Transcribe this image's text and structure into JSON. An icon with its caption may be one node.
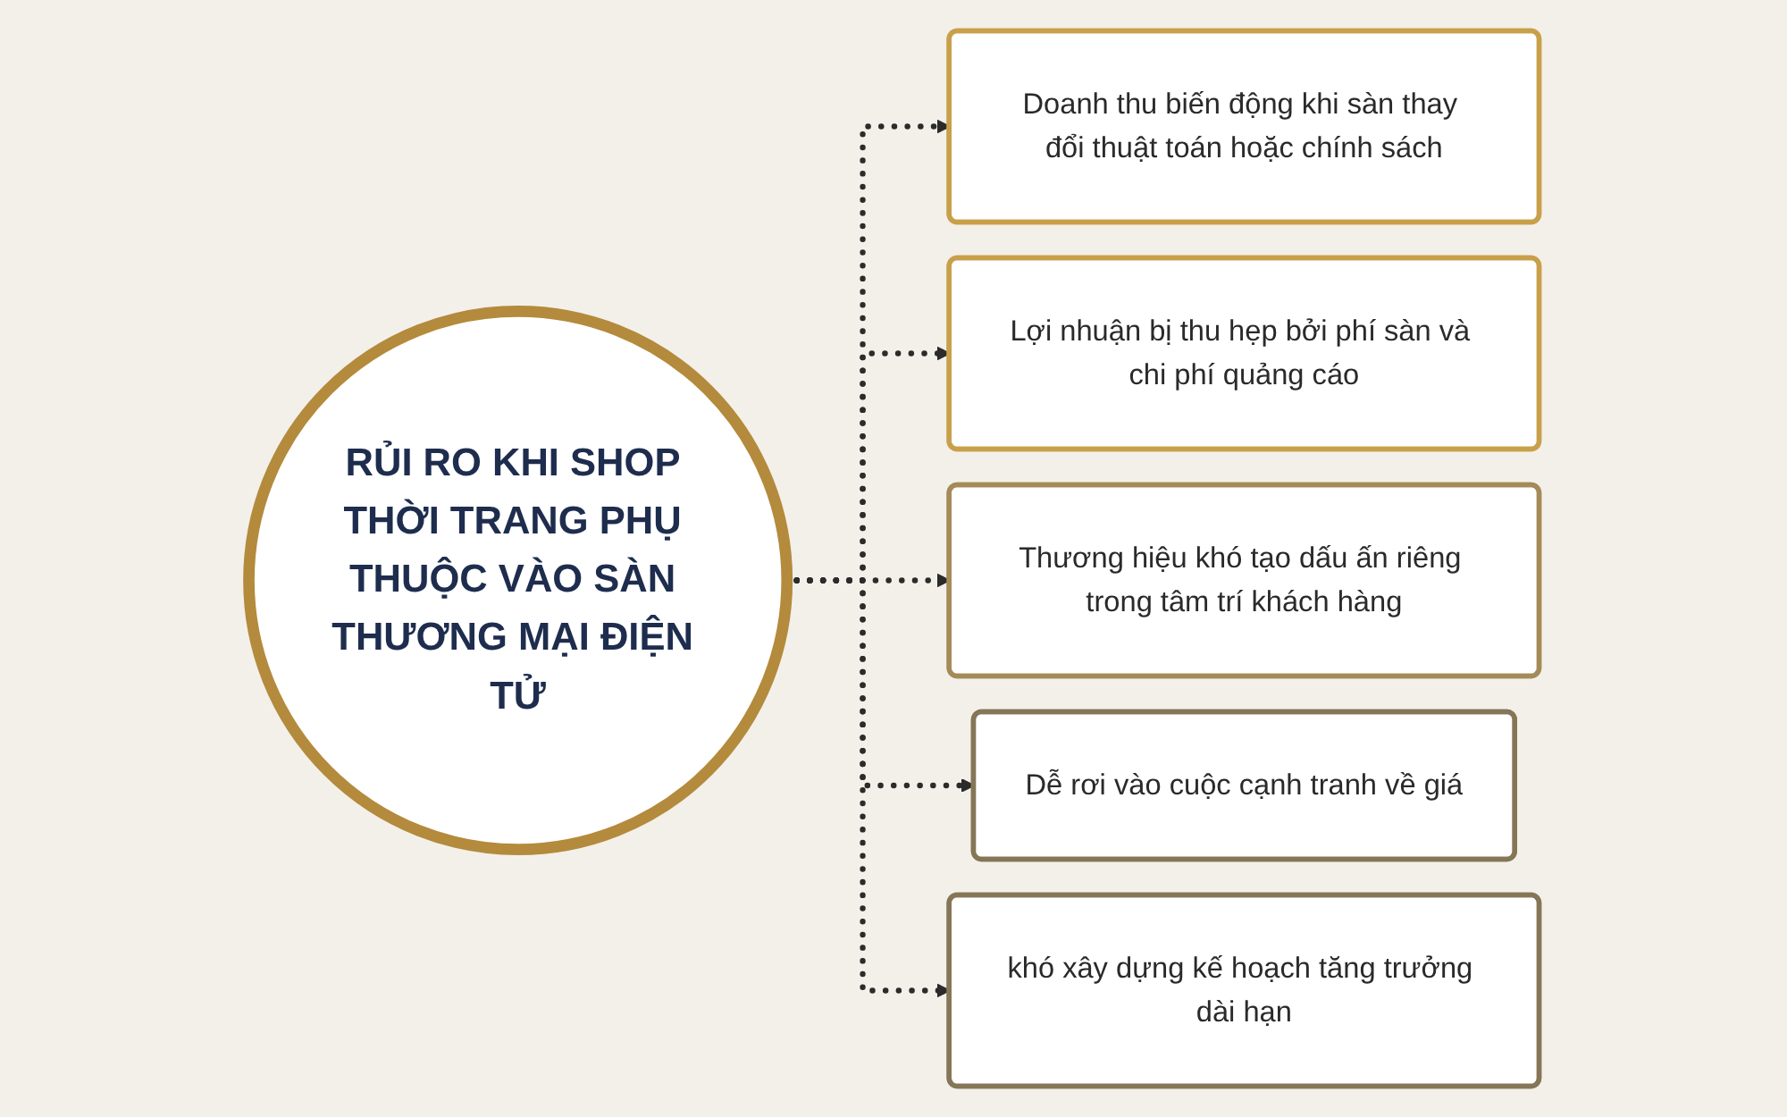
{
  "diagram": {
    "nodes": [
      {
        "text": [
          "RỦI RO KHI SHOP THỜI TRANG PHỤ THUỘC VÀO SÀN THƯƠNG MẠI ĐIỆN TỬ"
        ]
      },
      {
        "text": [
          "Doanh thu biến động khi sàn thay đổi thuật toán hoặc chính sách"
        ]
      },
      {
        "text": [
          "Lợi nhuận bị thu hẹp bởi phí sàn và chi phí quảng cáo"
        ]
      },
      {
        "text": [
          "Thương hiệu khó tạo dấu ấn riêng trong tâm trí khách hàng"
        ]
      },
      {
        "text": [
          "Dễ rơi vào cuộc cạnh tranh về giá"
        ]
      },
      {
        "text": [
          "khó xây dựng kế hoạch tăng trưởng dài hạn"
        ]
      }
    ],
    "edges": [
      {
        "from": 0,
        "to": 1,
        "arrow": "to",
        "style": "dashed"
      },
      {
        "from": 0,
        "to": 2,
        "arrow": "to",
        "style": "dashed"
      },
      {
        "from": 0,
        "to": 3,
        "arrow": "to",
        "style": "dashed"
      },
      {
        "from": 0,
        "to": 4,
        "arrow": "to",
        "style": "dashed"
      },
      {
        "from": 0,
        "to": 5,
        "arrow": "to",
        "style": "dashed"
      }
    ]
  }
}
